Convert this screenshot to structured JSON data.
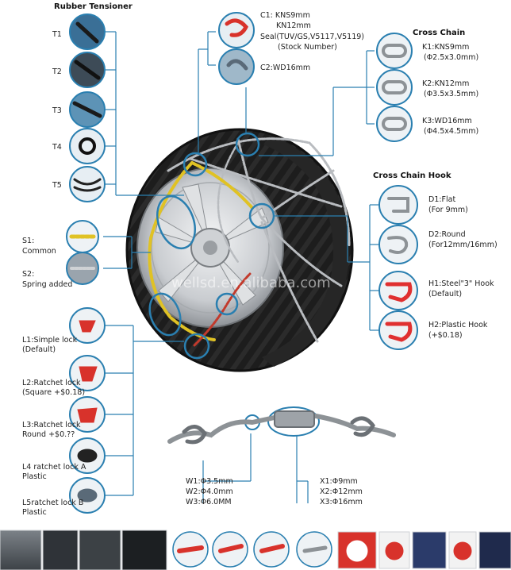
{
  "headers": {
    "rubber_tensioner": "Rubber Tensioner",
    "cross_chain": "Cross Chain",
    "cross_chain_hook": "Cross Chain Hook"
  },
  "tensioner_labels": [
    "T1",
    "T2",
    "T3",
    "T4",
    "T5"
  ],
  "c_labels": {
    "c1_line1": "C1: KNS9mm",
    "c1_line2": "KN12mm",
    "c1_line3": "Seal(TUV/GS,V5117,V5119)",
    "c1_line4": "(Stock Number)",
    "c2": "C2:WD16mm"
  },
  "cross_chain": [
    {
      "name": "K1:KNS9mm",
      "size": "(Φ2.5x3.0mm)"
    },
    {
      "name": "K2:KN12mm",
      "size": "(Φ3.5x3.5mm)"
    },
    {
      "name": "K3:WD16mm",
      "size": "(Φ4.5x4.5mm)"
    }
  ],
  "hooks": {
    "d1_line1": "D1:Flat",
    "d1_line2": "(For 9mm)",
    "d2_line1": "D2:Round",
    "d2_line2": "(For12mm/16mm)",
    "h1_line1": "H1:Steel\"3\" Hook",
    "h1_line2": "(Default)",
    "h2_line1": "H2:Plastic Hook",
    "h2_line2": "(+$0.18)"
  },
  "springs": {
    "s1_line1": "S1:",
    "s1_line2": "Common",
    "s2_line1": "S2:",
    "s2_line2": "Spring added"
  },
  "locks": [
    {
      "line1": "L1:Simple lock",
      "line2": "(Default)"
    },
    {
      "line1": "L2:Ratchet lock",
      "line2": "(Square +$0.18)"
    },
    {
      "line1": "L3:Ratchet lock",
      "line2": "Round +$0.??"
    },
    {
      "line1": "L4 ratchet lock A",
      "line2": "Plastic"
    },
    {
      "line1": "L5ratchet lock B",
      "line2": "Plastic"
    }
  ],
  "w_labels": [
    "W1:Φ3.5mm",
    "W2:Φ4.0mm",
    "W3:Φ6.0MM"
  ],
  "x_labels": [
    "X1:Φ9mm",
    "X2:Φ12mm",
    "X3:Φ16mm"
  ],
  "watermark": "wellsd.en.alibaba.com",
  "colors": {
    "leader_line": "#2a7fb0",
    "circle_outline": "#2a7fb0",
    "tire": "#1c1c1c",
    "chain_silver": "#b9bcc0",
    "chain_yellow": "#e0c224",
    "tensioner_red": "#d8322b",
    "hook_red": "#e03030"
  }
}
